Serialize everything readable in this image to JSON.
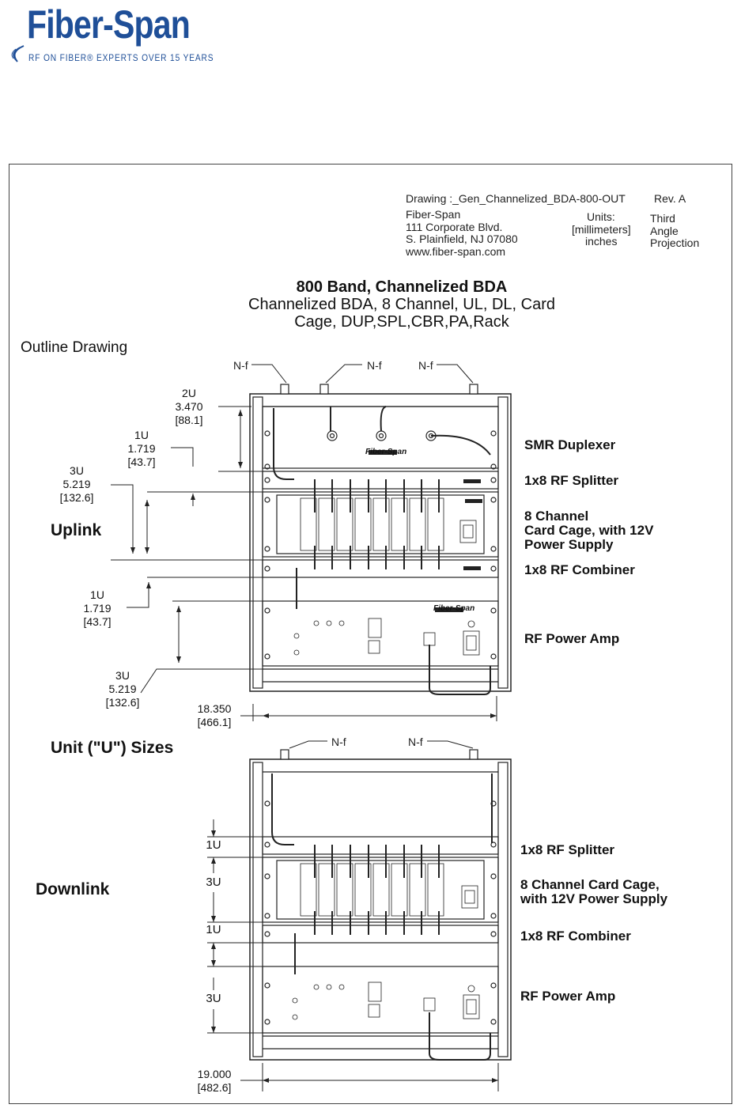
{
  "logo": {
    "name": "Fiber-Span",
    "tagline": "RF ON FIBER® EXPERTS OVER 15 YEARS"
  },
  "title_block": {
    "drawing": "Drawing :_Gen_Channelized_BDA-800-OUT",
    "rev": "Rev. A",
    "company": "Fiber-Span",
    "address1": "111 Corporate Blvd.",
    "address2": "S. Plainfield, NJ 07080",
    "website": "www.fiber-span.com",
    "units_label": "Units:",
    "units_primary": "[millimeters]",
    "units_secondary": "inches",
    "projection1": "Third",
    "projection2": "Angle",
    "projection3": "Projection"
  },
  "title": {
    "line1": "800 Band, Channelized BDA",
    "line2": "Channelized BDA, 8 Channel, UL, DL, Card",
    "line3": "Cage, DUP,SPL,CBR,PA,Rack"
  },
  "outline_label": "Outline Drawing",
  "unit_sizes_label": "Unit (\"U\") Sizes",
  "uplink": {
    "label": "Uplink",
    "connectors": [
      "N-f",
      "N-f",
      "N-f"
    ],
    "components": [
      "SMR Duplexer",
      "1x8 RF Splitter",
      "8 Channel",
      "Card Cage, with 12V",
      "Power Supply",
      "1x8 RF Combiner",
      "RF Power Amp"
    ],
    "dims": [
      {
        "u": "2U",
        "in": "3.470",
        "mm": "[88.1]"
      },
      {
        "u": "1U",
        "in": "1.719",
        "mm": "[43.7]"
      },
      {
        "u": "3U",
        "in": "5.219",
        "mm": "[132.6]"
      },
      {
        "u": "1U",
        "in": "1.719",
        "mm": "[43.7]"
      },
      {
        "u": "3U",
        "in": "5.219",
        "mm": "[132.6]"
      }
    ],
    "width_in": "18.350",
    "width_mm": "[466.1]"
  },
  "downlink": {
    "label": "Downlink",
    "connectors": [
      "N-f",
      "N-f"
    ],
    "components": [
      "1x8 RF Splitter",
      "8 Channel Card Cage,",
      "with 12V Power Supply",
      "1x8 RF Combiner",
      "RF Power Amp"
    ],
    "units": [
      "1U",
      "3U",
      "1U",
      "3U"
    ],
    "width_in": "19.000",
    "width_mm": "[482.6]"
  },
  "panel_text": {
    "brand": "Fiber-Span"
  }
}
